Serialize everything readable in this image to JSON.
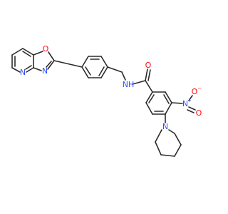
{
  "structure": {
    "atom_labels": {
      "oxazole_o": "O",
      "oxazole_n": "N",
      "pyridine_n": "N",
      "amide_o": "O",
      "amide_nh": "NH",
      "nitro_n": "N",
      "nitro_n_charge": "+",
      "nitro_o_single": "O",
      "nitro_o_single_charge": "−",
      "nitro_o_double": "O",
      "piperidine_n": "N"
    },
    "colors": {
      "bond": "#2b2b2b",
      "oxygen": "#ff0d0d",
      "nitrogen": "#3050f8"
    }
  }
}
